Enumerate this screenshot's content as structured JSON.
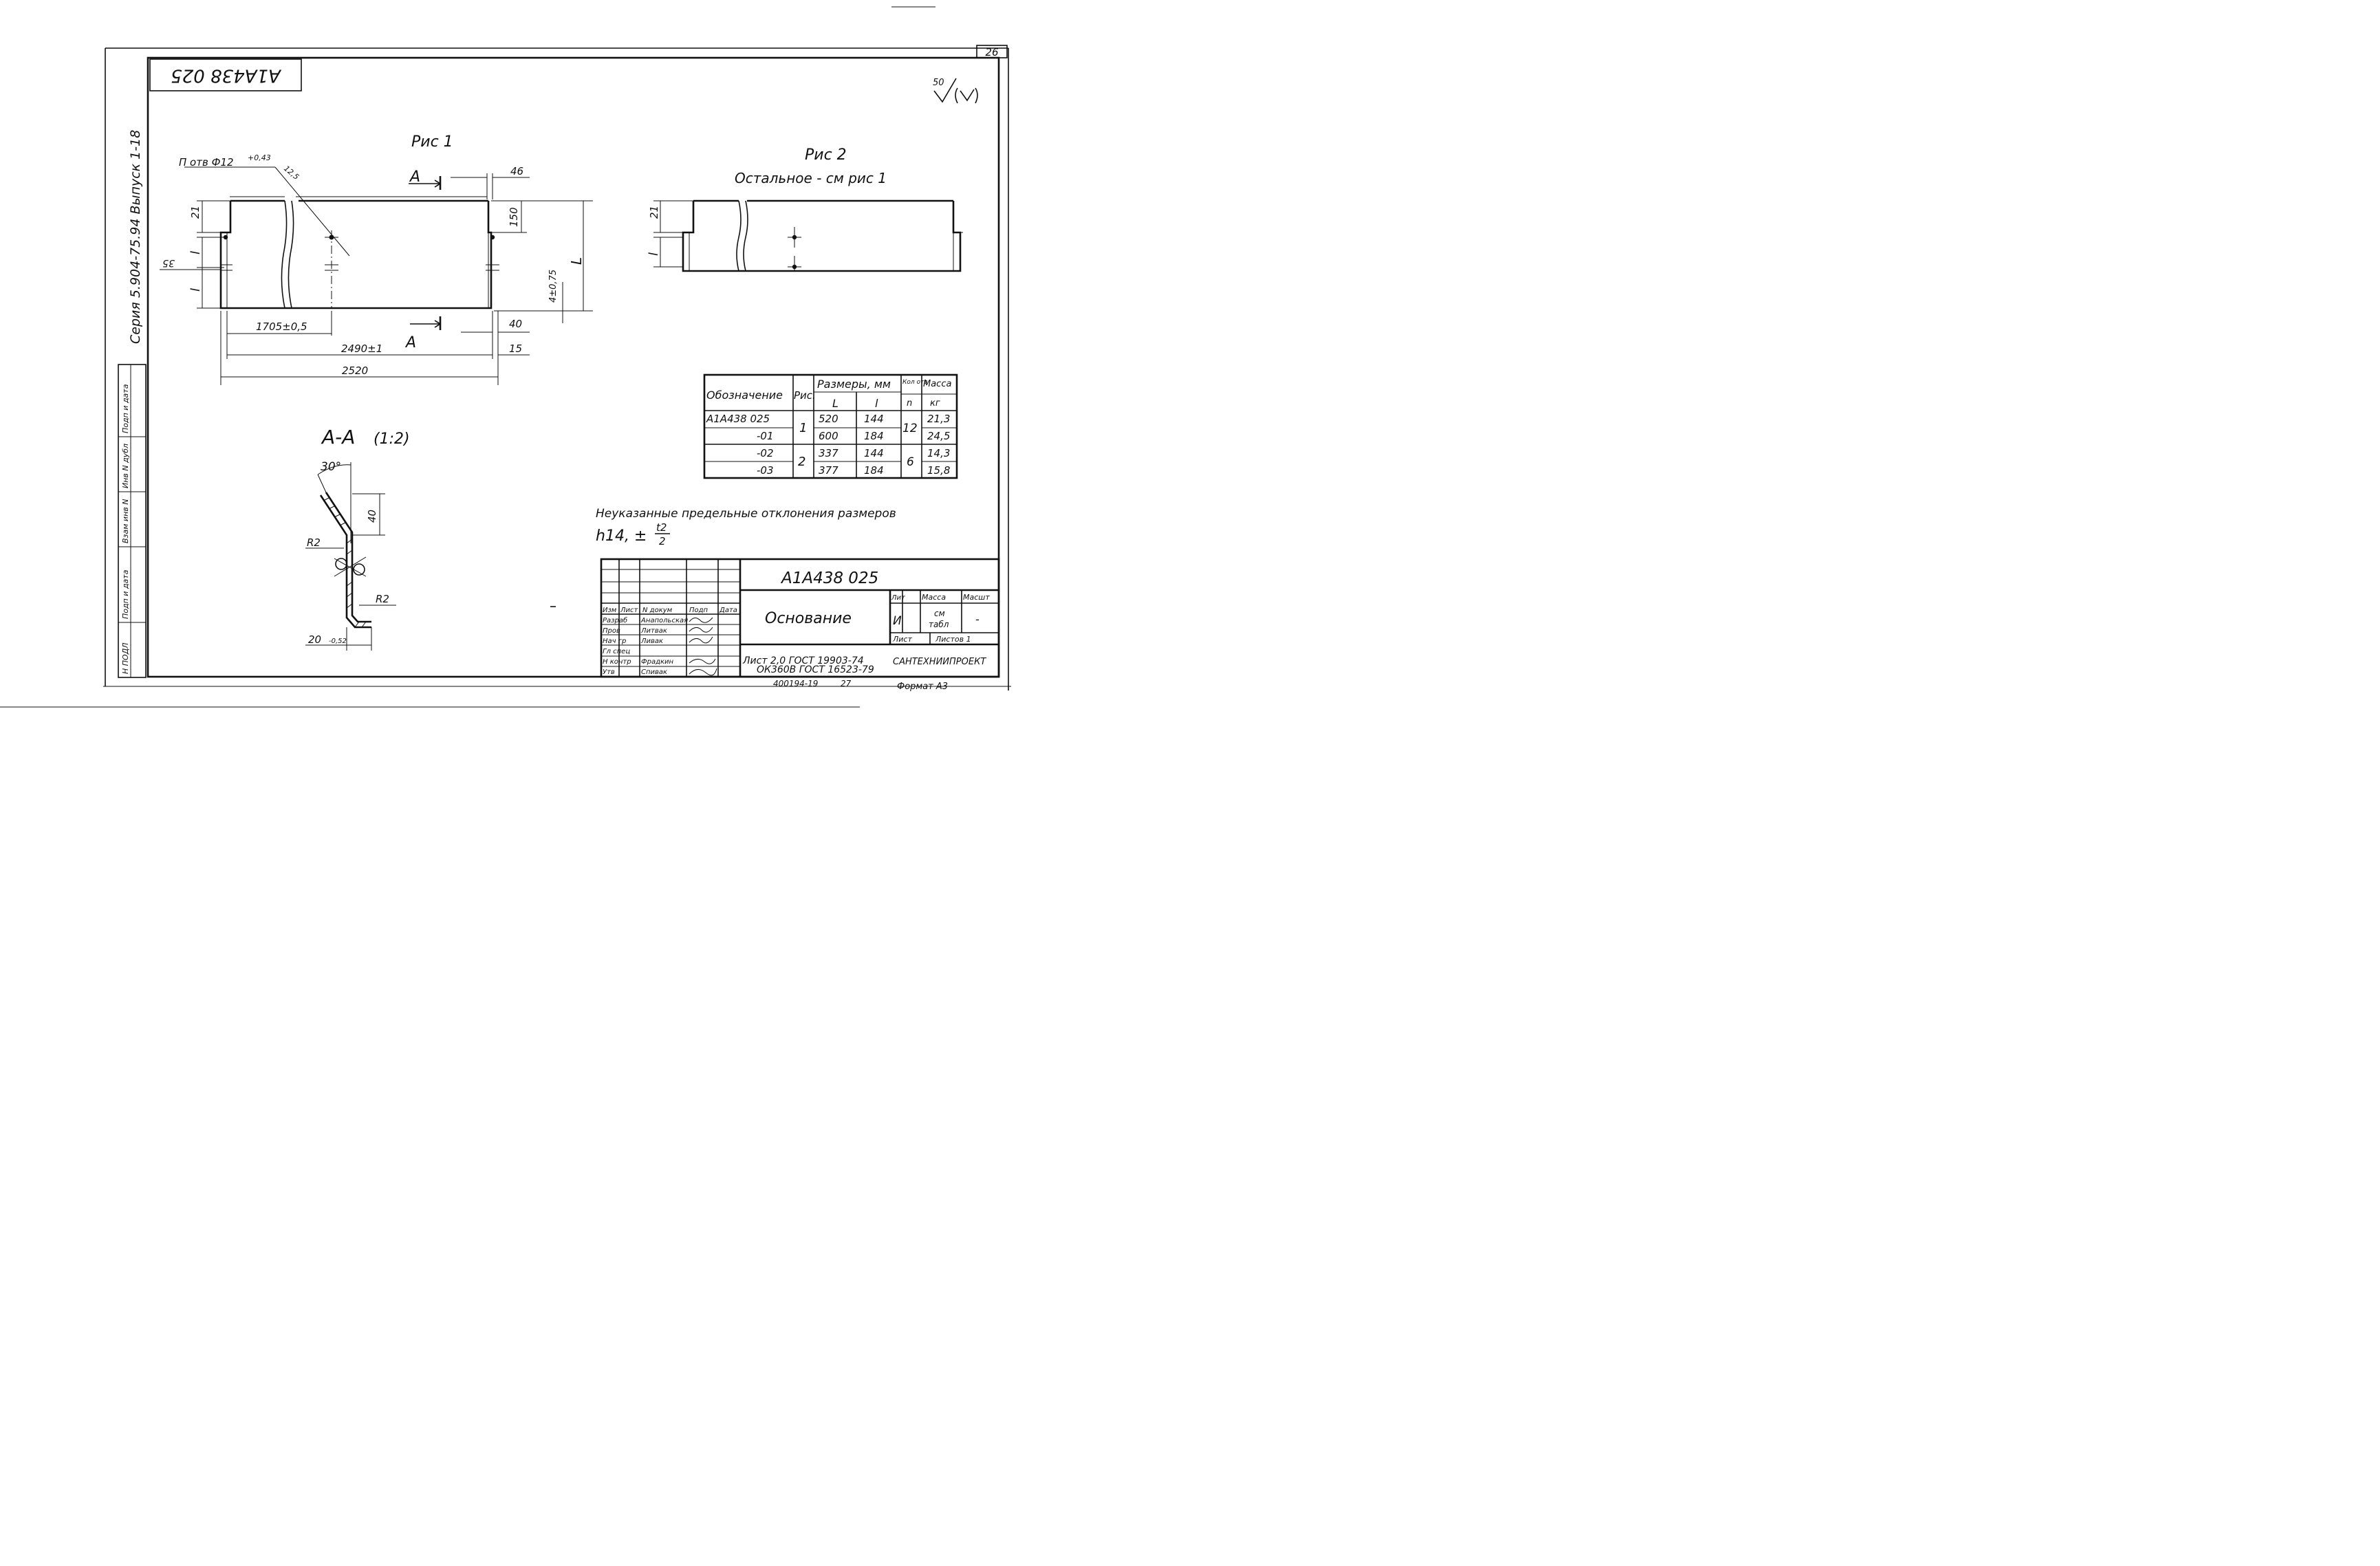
{
  "doc": {
    "code_rotated": "А1А438 025",
    "sheet_number": "26",
    "roughness": "50",
    "series": "Серия 5.904-75.94  Выпуск 1-18",
    "left_stamp": [
      "Н ПОДЛ",
      "Подп и дата",
      "Взам инв N",
      "Инв N дубл",
      "Подп и дата"
    ]
  },
  "fig1": {
    "title": "Рис 1",
    "hole_note": "П отв Ф12",
    "hole_tol": "+0,43",
    "hole_r": "12,5",
    "section_mark": "А",
    "dims": {
      "d46": "46",
      "d150": "150",
      "d21": "21",
      "dl": "l",
      "dL": "L",
      "d35": "35",
      "d4": "4±0,75",
      "d40": "40",
      "d15": "15",
      "d1705": "1705±0,5",
      "d2490": "2490±1",
      "d2520": "2520"
    }
  },
  "fig2": {
    "title": "Рис 2",
    "subtitle": "Остальное - см рис 1",
    "d21": "21",
    "dl": "l"
  },
  "section": {
    "title": "А-А",
    "scale": "(1:2)",
    "angle": "30°",
    "d40": "40",
    "r1": "R2",
    "r2": "R2",
    "d20": "20",
    "d20_tol": "-0,52"
  },
  "table": {
    "headers": {
      "designation": "Обозначение",
      "fig": "Рис.",
      "dims": "Размеры, мм",
      "L": "L",
      "l": "l",
      "holes": "Кол отв",
      "n": "n",
      "mass": "Масса",
      "kg": "кг"
    },
    "rows": [
      {
        "designation": "А1А438 025",
        "L": "520",
        "l": "144",
        "mass": "21,3"
      },
      {
        "designation": "-01",
        "L": "600",
        "l": "184",
        "mass": "24,5"
      },
      {
        "designation": "-02",
        "L": "337",
        "l": "144",
        "mass": "14,3"
      },
      {
        "designation": "-03",
        "L": "377",
        "l": "184",
        "mass": "15,8"
      }
    ],
    "fig_groups": [
      "1",
      "2"
    ],
    "hole_groups": [
      "12",
      "6"
    ]
  },
  "tolerance": {
    "line": "Неуказанные предельные отклонения размеров",
    "formula": "h14,  ±",
    "frac_num": "t2",
    "frac_den": "2"
  },
  "title_block": {
    "code": "А1А438 025",
    "name": "Основание",
    "headers": [
      "Изм",
      "Лист",
      "N докум",
      "Подп",
      "Дата"
    ],
    "roles": [
      "Разраб",
      "Пров",
      "Нач гр",
      "Гл спец",
      "Н контр",
      "Утв"
    ],
    "people": [
      "Анапольская",
      "Литвак",
      "Ливак",
      "",
      "Фрадкин",
      "Спивак"
    ],
    "material_1": "Лист 2,0 ГОСТ 19903-74",
    "material_2": "ОК360В ГОСТ 16523-79",
    "lit_label": "Лит",
    "mass_label": "Масса",
    "scale_label": "Масшт",
    "lit_value": "И",
    "mass_value_1": "см",
    "mass_value_2": "табл",
    "scale_value": "-",
    "sheet_label": "Лист",
    "sheets_label": "Листов 1",
    "org": "САНТЕХНИИПРОЕКТ",
    "footer_code": "400194-19",
    "footer_num": "27",
    "format": "Формат А3"
  }
}
